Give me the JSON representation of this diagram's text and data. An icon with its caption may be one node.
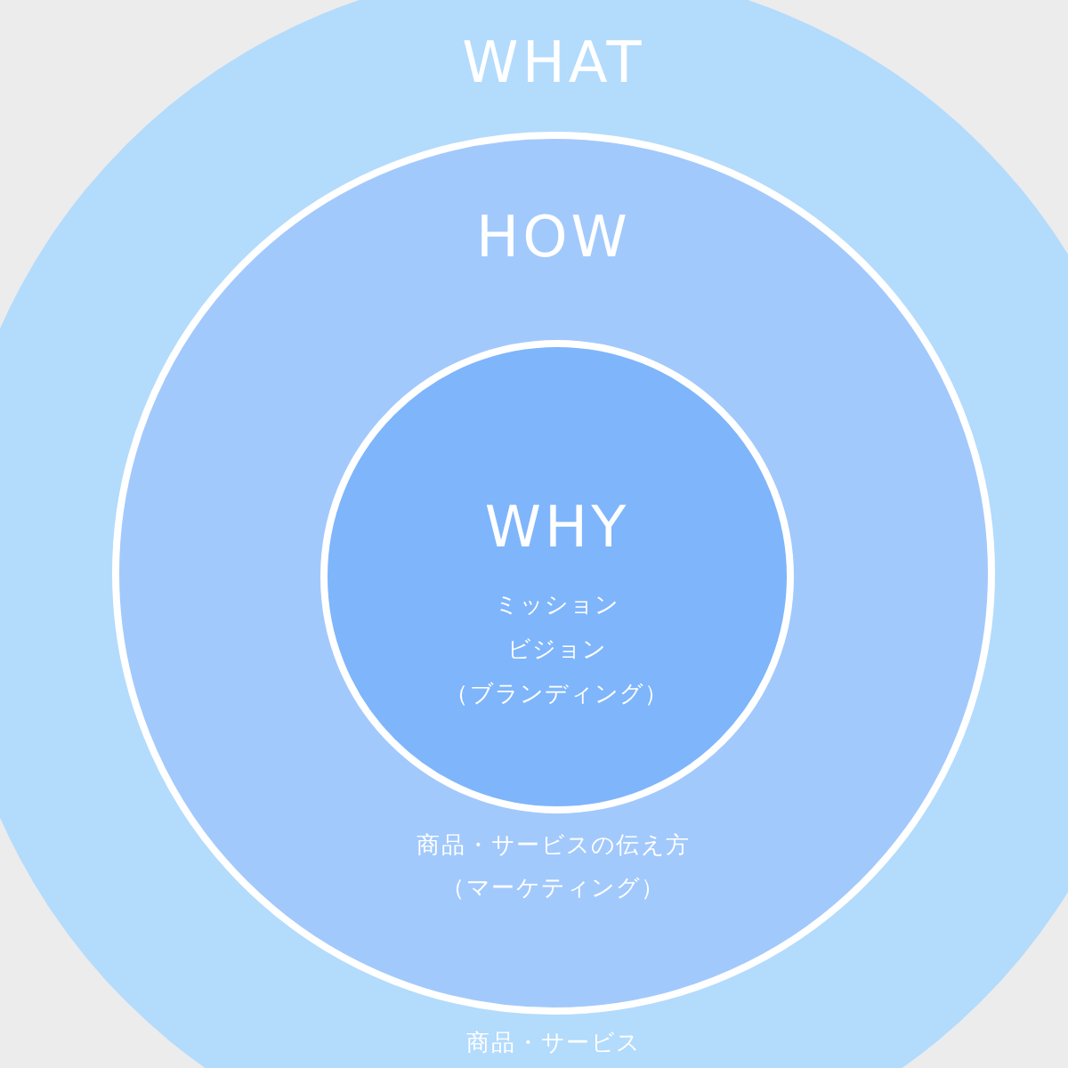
{
  "diagram": {
    "nodes": [
      {
        "text": [
          "WHAT",
          "商品・サービス"
        ]
      },
      {
        "text": [
          "HOW",
          "商品・サービスの伝え方",
          "（マーケティング）"
        ],
        "in": 0
      },
      {
        "text": [
          "WHY",
          "ミッション",
          "ビジョン",
          "（ブランディング）"
        ],
        "in": 1
      }
    ]
  }
}
